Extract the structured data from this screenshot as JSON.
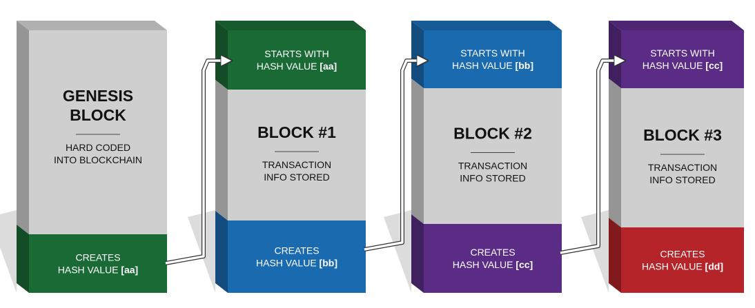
{
  "colors": {
    "green": "#1a6a35",
    "blue": "#1a6ab0",
    "purple": "#5a2c86",
    "red": "#b52428",
    "gray": "#cfcfcf",
    "shadow": "#9a9a9a"
  },
  "blocks": [
    {
      "title_lines": [
        "GENESIS",
        "BLOCK"
      ],
      "sub_lines": [
        "HARD CODED",
        "INTO BLOCKCHAIN"
      ],
      "top_segment": null,
      "bottom_segment": {
        "line1": "CREATES",
        "line2": "HASH VALUE ",
        "hash": "[aa]",
        "color": "green"
      }
    },
    {
      "title_lines": [
        "BLOCK #1"
      ],
      "sub_lines": [
        "TRANSACTION",
        "INFO STORED"
      ],
      "top_segment": {
        "line1": "STARTS WITH",
        "line2": "HASH VALUE ",
        "hash": "[aa]",
        "color": "green"
      },
      "bottom_segment": {
        "line1": "CREATES",
        "line2": "HASH VALUE ",
        "hash": "[bb]",
        "color": "blue"
      }
    },
    {
      "title_lines": [
        "BLOCK #2"
      ],
      "sub_lines": [
        "TRANSACTION",
        "INFO STORED"
      ],
      "top_segment": {
        "line1": "STARTS WITH",
        "line2": "HASH VALUE ",
        "hash": "[bb]",
        "color": "blue"
      },
      "bottom_segment": {
        "line1": "CREATES",
        "line2": "HASH VALUE ",
        "hash": "[cc]",
        "color": "purple"
      }
    },
    {
      "title_lines": [
        "BLOCK #3"
      ],
      "sub_lines": [
        "TRANSACTION",
        "INFO STORED"
      ],
      "top_segment": {
        "line1": "STARTS WITH",
        "line2": "HASH VALUE ",
        "hash": "[cc]",
        "color": "purple"
      },
      "bottom_segment": {
        "line1": "CREATES",
        "line2": "HASH VALUE ",
        "hash": "[dd]",
        "color": "red"
      }
    }
  ]
}
